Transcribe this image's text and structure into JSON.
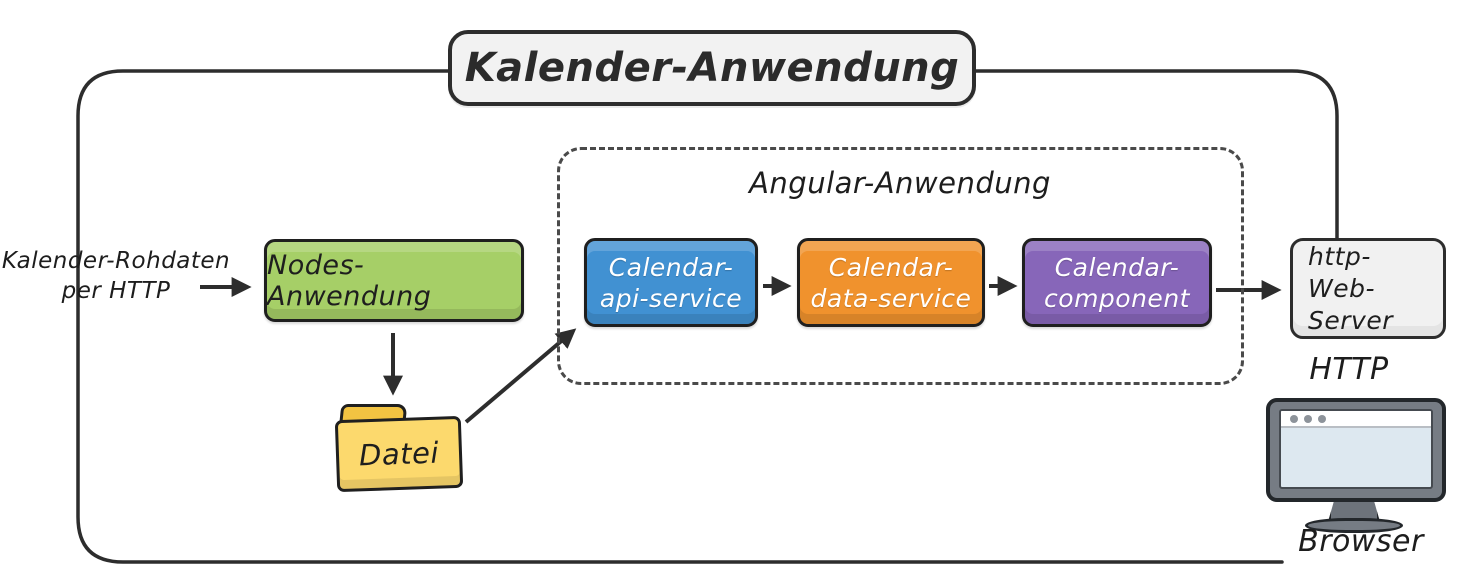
{
  "title": {
    "label": "Kalender-Anwendung"
  },
  "source": {
    "line1": "Kalender-Rohdaten",
    "line2": "per HTTP"
  },
  "nodes_app": {
    "label": "Nodes-Anwendung",
    "color": "#a6cf67"
  },
  "file": {
    "label": "Datei",
    "color": "#fcd96d"
  },
  "angular": {
    "label": "Angular-Anwendung"
  },
  "services": [
    {
      "line1": "Calendar-",
      "line2": "api-service",
      "color": "#4191d2"
    },
    {
      "line1": "Calendar-",
      "line2": "data-service",
      "color": "#f0922d"
    },
    {
      "line1": "Calendar-",
      "line2": "component",
      "color": "#8766b9"
    }
  ],
  "web_server": {
    "line1": "http-",
    "line2": "Web-Server",
    "color": "#f1f1f1"
  },
  "http_label": "HTTP",
  "browser": {
    "label": "Browser"
  },
  "colors": {
    "outline": "#2d2d2d",
    "dashed_border": "#4a4a4a",
    "monitor_frame": "#767c84",
    "monitor_screen": "#dde8f0",
    "title_fill": "#f2f2f2"
  }
}
